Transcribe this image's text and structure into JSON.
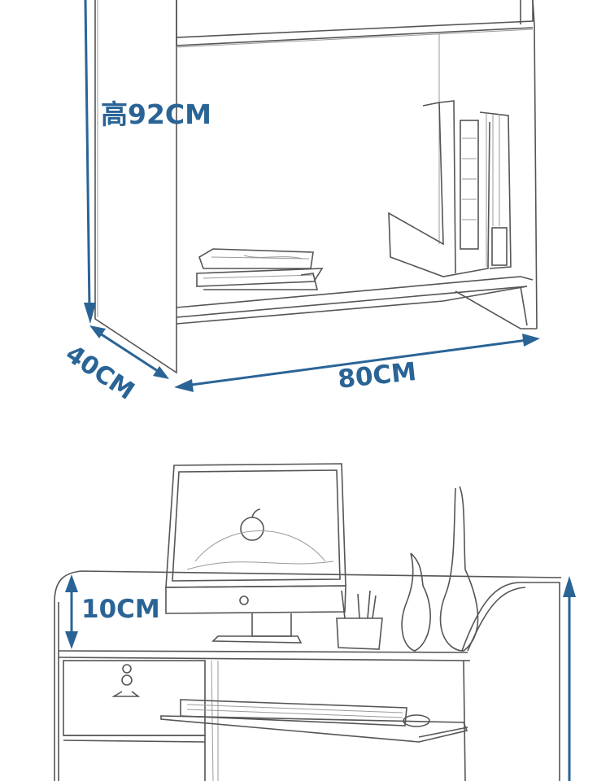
{
  "top_section": {
    "height_label": "高92CM",
    "depth_label": "40CM",
    "width_label": "80CM"
  },
  "bottom_section": {
    "top_shelf_label": "10CM"
  },
  "colors": {
    "dimension": "#2a6496",
    "sketch_line": "#555555"
  }
}
